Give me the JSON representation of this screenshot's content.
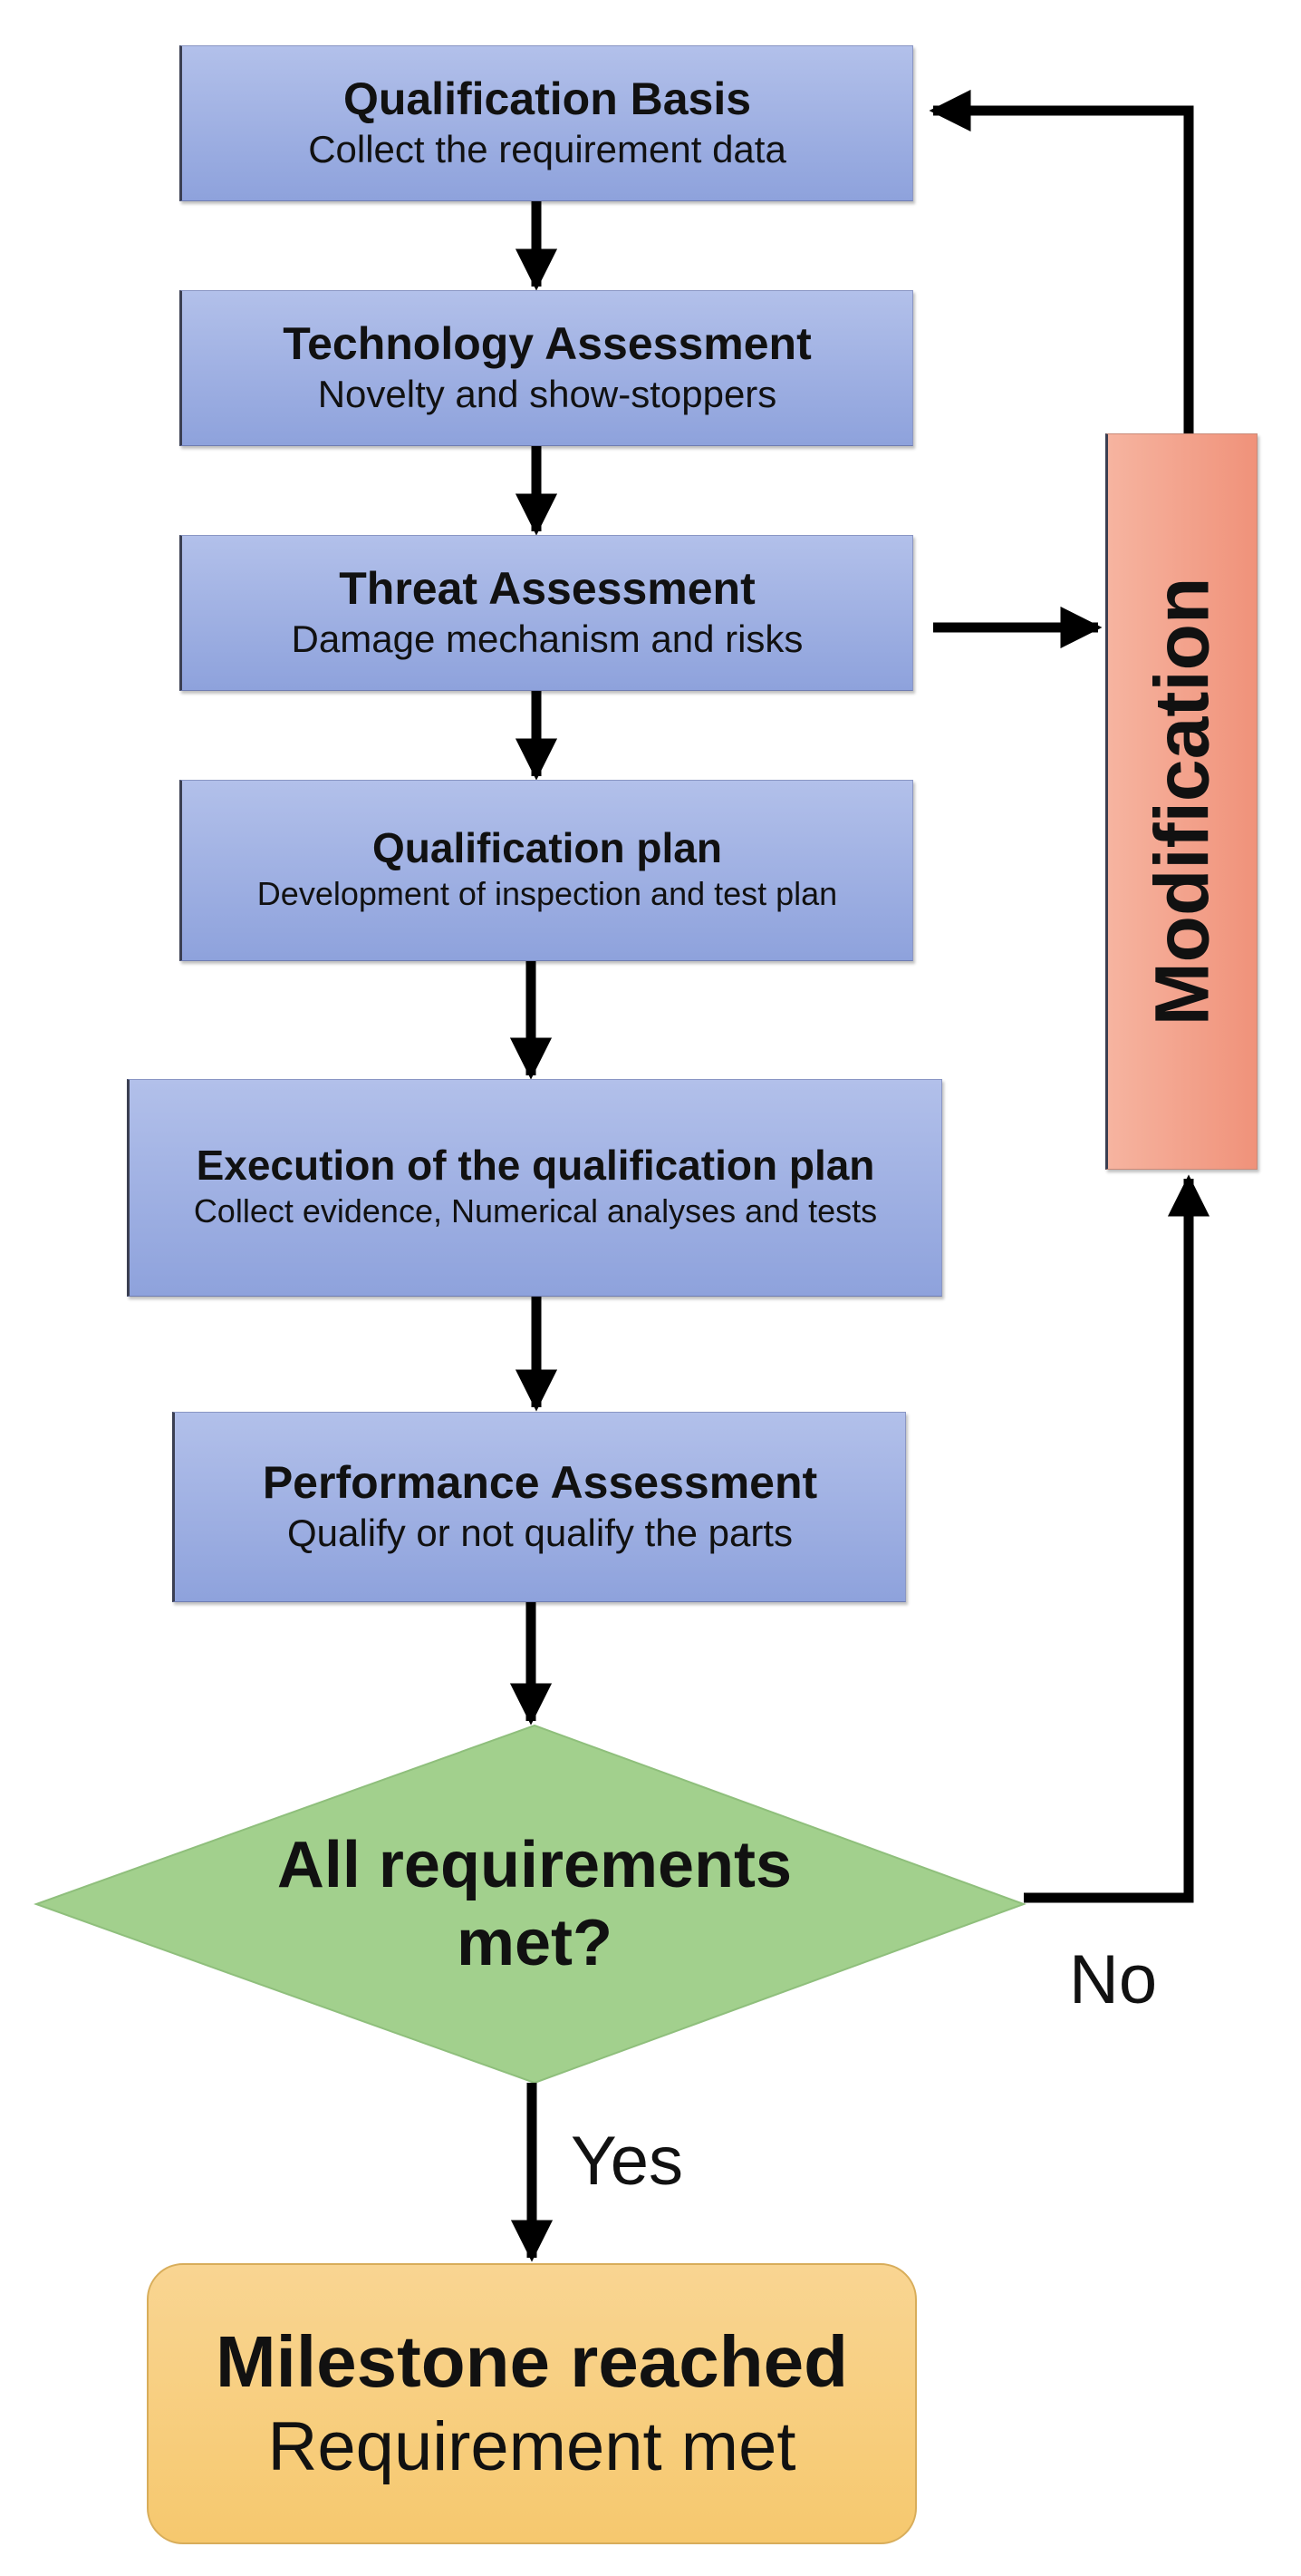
{
  "steps": [
    {
      "title": "Qualification Basis",
      "subtitle": "Collect the requirement data"
    },
    {
      "title": "Technology Assessment",
      "subtitle": "Novelty and show-stoppers"
    },
    {
      "title": "Threat Assessment",
      "subtitle": "Damage mechanism and risks"
    },
    {
      "title": "Qualification plan",
      "subtitle": "Development of inspection and test plan"
    },
    {
      "title": "Execution of the qualification plan",
      "subtitle": "Collect evidence, Numerical analyses and tests"
    },
    {
      "title": "Performance Assessment",
      "subtitle": "Qualify or not qualify the parts"
    }
  ],
  "decision": {
    "label": "All requirements met?"
  },
  "modification": {
    "label": "Modification"
  },
  "outcome": {
    "title": "Milestone reached",
    "subtitle": "Requirement met"
  },
  "edges": {
    "yes": "Yes",
    "no": "No"
  },
  "colors": {
    "step_fill": "#9fb1e3",
    "modification_fill": "#f3a48c",
    "decision_fill": "#9fcf8a",
    "outcome_fill": "#f8cf80",
    "arrow": "#000000"
  }
}
